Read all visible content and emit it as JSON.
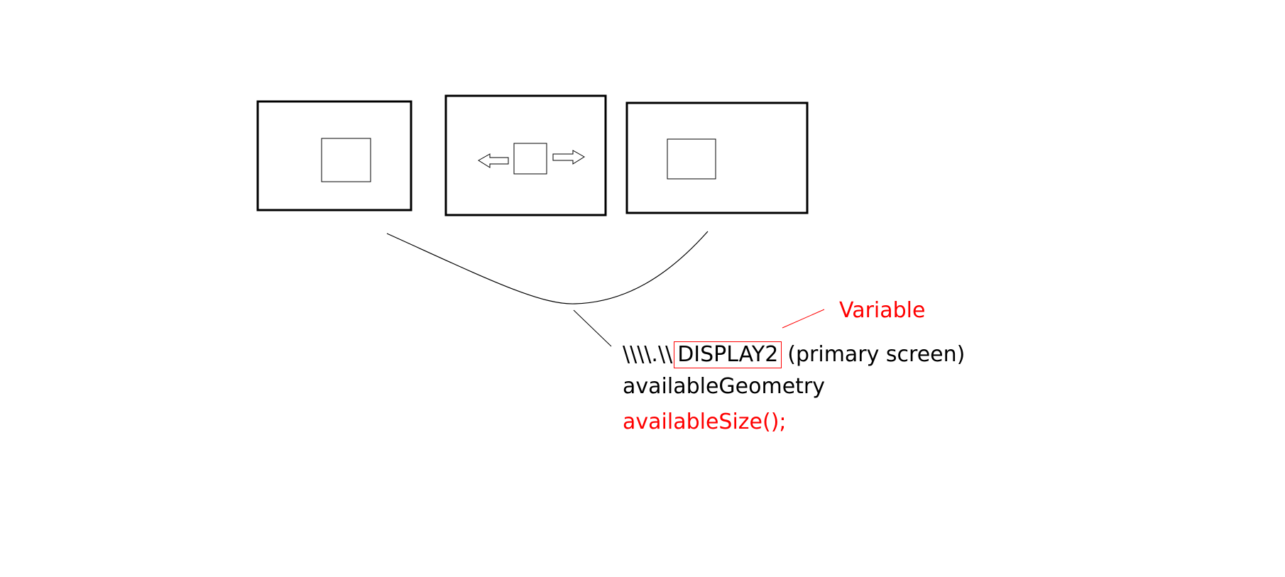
{
  "annotation": {
    "variable_label": "Variable",
    "device_prefix": "\\\\\\\\.\\\\",
    "display_name": "DISPLAY2",
    "screen_note": "(primary screen)",
    "geometry_label": "availableGeometry",
    "size_call_label": "availableSize();"
  },
  "colors": {
    "ink": "#000000",
    "highlight": "#ff0000",
    "background": "#ffffff"
  },
  "icons": {
    "left_arrow": "left-arrow-icon",
    "right_arrow": "right-arrow-icon"
  }
}
